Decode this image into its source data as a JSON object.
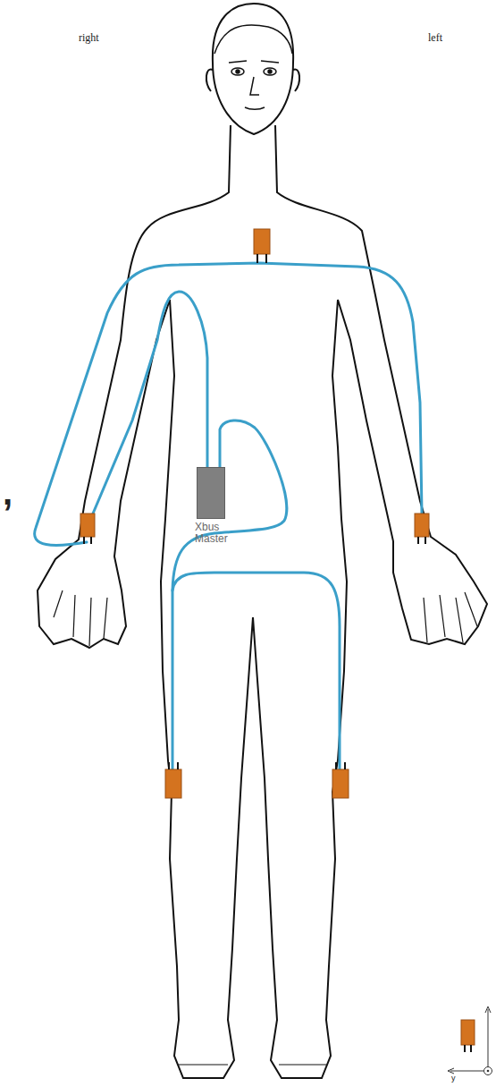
{
  "diagram": {
    "nodes": [
      {
        "text": [
          "Xbus Master"
        ]
      }
    ],
    "labels": [
      "right",
      "left",
      ",",
      "y"
    ]
  }
}
